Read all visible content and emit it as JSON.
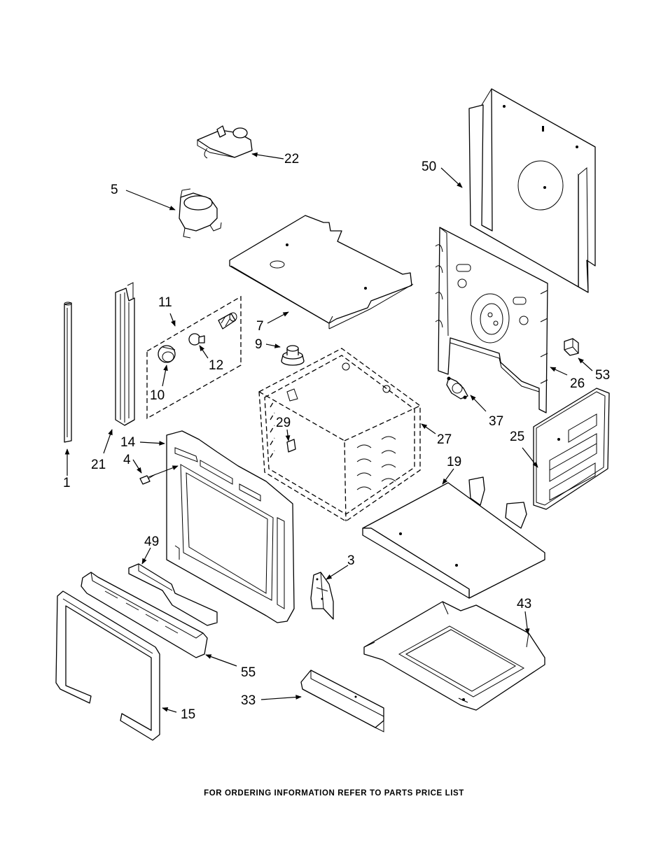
{
  "diagram": {
    "footer": "FOR ORDERING INFORMATION REFER TO PARTS PRICE LIST",
    "labels": {
      "p1": "1",
      "p3": "3",
      "p4": "4",
      "p5": "5",
      "p7": "7",
      "p9": "9",
      "p10": "10",
      "p11": "11",
      "p12": "12",
      "p14": "14",
      "p15": "15",
      "p19": "19",
      "p21": "21",
      "p22": "22",
      "p25": "25",
      "p26": "26",
      "p27": "27",
      "p29": "29",
      "p33": "33",
      "p37": "37",
      "p43": "43",
      "p49": "49",
      "p50": "50",
      "p53": "53",
      "p55": "55"
    }
  }
}
